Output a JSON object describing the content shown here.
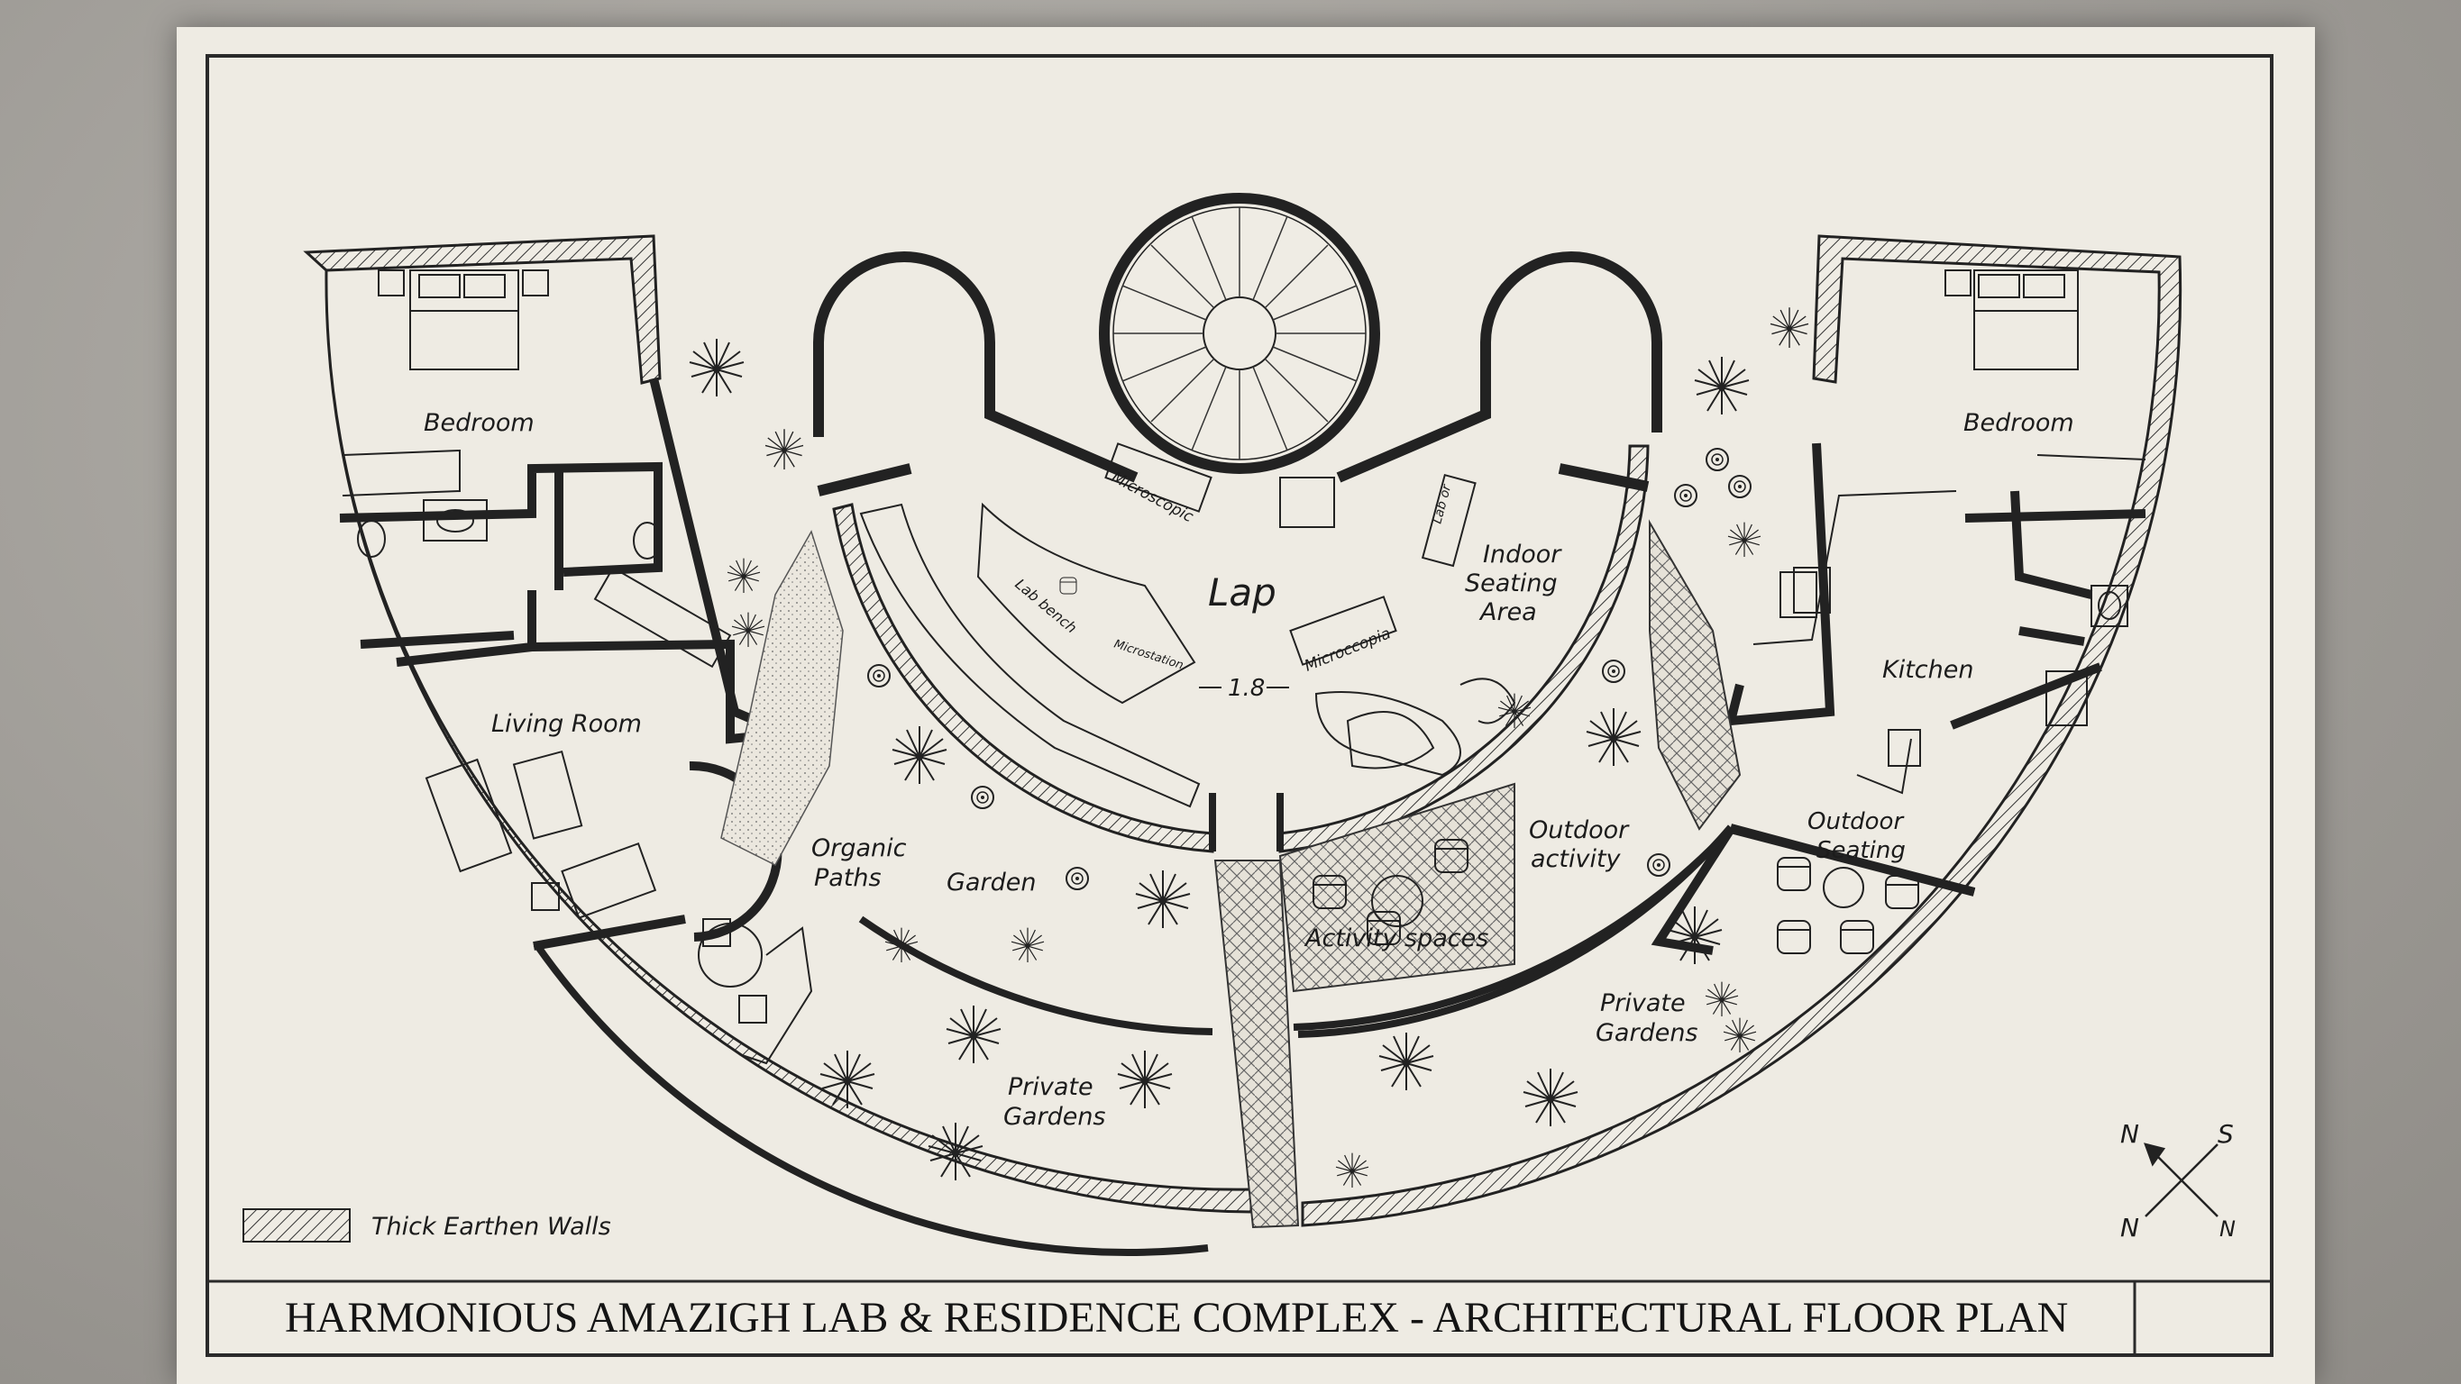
{
  "title": "HARMONIOUS AMAZIGH LAB & RESIDENCE COMPLEX - ARCHITECTURAL FLOOR PLAN",
  "legend": {
    "label": "Thick Earthen Walls"
  },
  "compass": {
    "n1": "N",
    "s": "S",
    "n2": "N",
    "n3": "N"
  },
  "rooms": {
    "bedroom_left": "Bedroom",
    "living_room": "Living Room",
    "organic_paths_1": "Organic",
    "organic_paths_2": "Paths",
    "garden": "Garden",
    "private_gardens_left_1": "Private",
    "private_gardens_left_2": "Gardens",
    "lab": "Lap",
    "lab_bench": "Lab bench",
    "microstation": "Microstation",
    "microscopic": "Microscopic",
    "microscopia": "Microccopia",
    "lab_or": "Lab or",
    "dimension": "1.8",
    "indoor_seating_1": "Indoor",
    "indoor_seating_2": "Seating",
    "indoor_seating_3": "Area",
    "activity_spaces": "Activity spaces",
    "outdoor_activity_1": "Outdoor",
    "outdoor_activity_2": "activity",
    "private_gardens_right_1": "Private",
    "private_gardens_right_2": "Gardens",
    "outdoor_seating_1": "Outdoor",
    "outdoor_seating_2": "Seating",
    "kitchen": "Kitchen",
    "bedroom_right": "Bedroom"
  },
  "colors": {
    "paper": "#eeebe3",
    "ink": "#1c1c1c",
    "background": "#9e9b96"
  }
}
